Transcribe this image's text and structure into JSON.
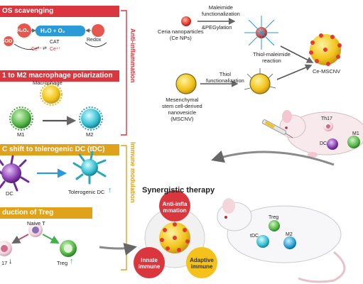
{
  "panels": {
    "ros": {
      "title": "OS scavenging",
      "color": "#d9363e",
      "h2o2": "H₂O₂",
      "h2o_o2": "H₂O + O₂",
      "sod": "SOD",
      "cat": "CAT",
      "redox": "Redox",
      "ce3": "Ce³⁺",
      "ce4": "Ce⁴⁺",
      "arrows": "⇄"
    },
    "m1m2": {
      "title": "1 to M2 macrophage polarization",
      "color": "#d9363e",
      "macrophage": "Macrophage",
      "m1": "M1",
      "m2": "M2"
    },
    "dc": {
      "title": "C shift to tolerogenic DC (tDC)",
      "color": "#e0a21b",
      "dc": "DC",
      "tdc": "Tolerogenic DC",
      "up": "↑"
    },
    "treg": {
      "title": "duction of Treg",
      "color": "#e0a21b",
      "naive": "Naive T",
      "th17": "17",
      "treg": "Treg",
      "down": "↓",
      "up": "↑"
    }
  },
  "side_labels": {
    "anti": "Anti-inflammation",
    "immune": "Immune modulation"
  },
  "synthesis": {
    "ce_nps": "Ceria nanoparticles\n(Ce NPs)",
    "maleimide": "Maleimide\nfunctionalization",
    "pegylation": "&PEGylation",
    "thiol_maleimide": "Thiol-maleimide\nreaction",
    "ce_mscnv": "Ce-MSCNV",
    "mscnv": "Mesenchymal\nstem cell-derived\nnanovesicle\n(MSCNV)",
    "thiol": "Thiol\nfunctionalization"
  },
  "mouse_top": {
    "th17": "Th17",
    "dc": "DC",
    "m1": "M1"
  },
  "synergy": {
    "title": "Synergistic therapy",
    "anti": "Anti-infla\nmmation",
    "innate": "Innate\nimmune",
    "adaptive": "Adaptive\nimmune"
  },
  "mouse_bottom": {
    "treg": "Treg",
    "tdc": "tDC",
    "m2": "M2"
  },
  "colors": {
    "red": "#d9363e",
    "orange": "#e0a21b",
    "blue": "#2a9bd6",
    "yellow": "#f4c21a",
    "green": "#3fb04a"
  }
}
